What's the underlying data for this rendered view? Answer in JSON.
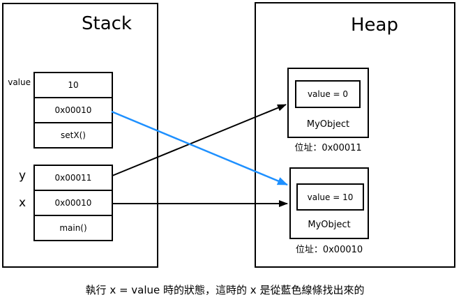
{
  "stack": {
    "title": "Stack",
    "frames": [
      {
        "cells": [
          {
            "label": "value",
            "value": "10"
          },
          {
            "label": "",
            "value": "0x00010"
          },
          {
            "label": "",
            "value": "setX()"
          }
        ]
      },
      {
        "cells": [
          {
            "label": "y",
            "value": "0x00011"
          },
          {
            "label": "x",
            "value": "0x00010"
          },
          {
            "label": "",
            "value": "main()"
          }
        ]
      }
    ]
  },
  "heap": {
    "title": "Heap",
    "objects": [
      {
        "field": "value = 0",
        "class_name": "MyObject",
        "address_label": "位址：0x00011"
      },
      {
        "field": "value = 10",
        "class_name": "MyObject",
        "address_label": "位址：0x00010"
      }
    ]
  },
  "caption": "執行 x = value 時的狀態，這時的 x 是從藍色線條找出來的",
  "colors": {
    "arrow_black": "#000000",
    "arrow_blue": "#1e90ff"
  }
}
